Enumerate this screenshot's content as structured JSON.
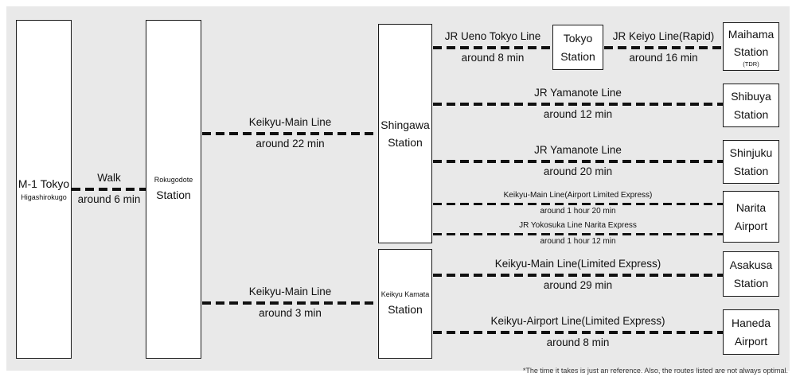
{
  "colors": {
    "background": "#e9e9e9",
    "box_bg": "#ffffff",
    "border": "#1a1a1a"
  },
  "boxes": {
    "origin": {
      "title": "M-1 Tokyo",
      "subtitle": "Higashirokugo"
    },
    "rokugodote": {
      "pre": "Rokugodote",
      "title": "Station"
    },
    "shinagawa": {
      "line1": "Shingawa",
      "line2": "Station"
    },
    "kamata": {
      "pre": "Keikyu Kamata",
      "title": "Station"
    },
    "tokyo": {
      "line1": "Tokyo",
      "line2": "Station"
    },
    "maihama": {
      "line1": "Maihama",
      "line2": "Station",
      "tag": "(TDR)"
    },
    "shibuya": {
      "line1": "Shibuya",
      "line2": "Station"
    },
    "shinjuku": {
      "line1": "Shinjuku",
      "line2": "Station"
    },
    "narita": {
      "line1": "Narita",
      "line2": "Airport"
    },
    "asakusa": {
      "line1": "Asakusa",
      "line2": "Station"
    },
    "haneda": {
      "line1": "Haneda",
      "line2": "Airport"
    }
  },
  "edges": {
    "walk": {
      "line": "Walk",
      "time": "around 6 min"
    },
    "keikyu_to_shinagawa": {
      "line": "Keikyu-Main Line",
      "time": "around 22 min"
    },
    "keikyu_to_kamata": {
      "line": "Keikyu-Main Line",
      "time": "around 3 min"
    },
    "jr_ueno_tokyo": {
      "line": "JR Ueno Tokyo Line",
      "time": "around 8 min"
    },
    "jr_keiyo": {
      "line": "JR Keiyo Line(Rapid)",
      "time": "around 16 min"
    },
    "jr_yamanote_shibuya": {
      "line": "JR Yamanote Line",
      "time": "around 12 min"
    },
    "jr_yamanote_shinjuku": {
      "line": "JR Yamanote Line",
      "time": "around 20 min"
    },
    "keikyu_airport_exp": {
      "line": "Keikyu-Main Line(Airport Limited Express)",
      "time": "around 1 hour 20 min"
    },
    "jr_yokosuka": {
      "line": "JR Yokosuka Line Narita Express",
      "time": "around 1 hour 12 min"
    },
    "keikyu_main_limited": {
      "line": "Keikyu-Main Line(Limited Express)",
      "time": "around 29 min"
    },
    "keikyu_airport_line": {
      "line": "Keikyu-Airport Line(Limited Express)",
      "time": "around 8 min"
    }
  },
  "note": "*The time it takes is just an reference. Also, the routes listed are not always optimal."
}
